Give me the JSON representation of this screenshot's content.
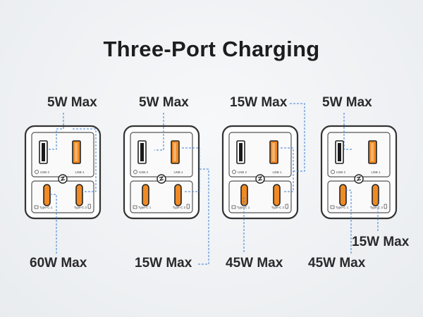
{
  "title": "Three-Port Charging",
  "port_labels": {
    "usb2": "USB 2",
    "usb1": "USB 1",
    "typec1": "Type-C 1",
    "typec2": "Type-C 2"
  },
  "colors": {
    "active_port": "#f08a24",
    "inactive_port": "#1a1a1a",
    "guide_line": "#3b7fd4",
    "outline": "#333333"
  },
  "configurations": [
    {
      "active": {
        "usb2": false,
        "usb1": true,
        "typec1": true,
        "typec2": true
      },
      "labels": {
        "top": "5W Max",
        "bottom": "60W Max"
      }
    },
    {
      "active": {
        "usb2": false,
        "usb1": true,
        "typec1": true,
        "typec2": true
      },
      "labels": {
        "top": "5W Max",
        "bottom": "15W Max"
      }
    },
    {
      "active": {
        "usb2": false,
        "usb1": true,
        "typec1": true,
        "typec2": true
      },
      "labels": {
        "top": "15W Max",
        "bottom": "45W Max"
      }
    },
    {
      "active": {
        "usb2": false,
        "usb1": true,
        "typec1": true,
        "typec2": true
      },
      "labels": {
        "top": "5W Max",
        "bottom_left": "45W Max",
        "bottom_right": "15W Max"
      }
    }
  ]
}
